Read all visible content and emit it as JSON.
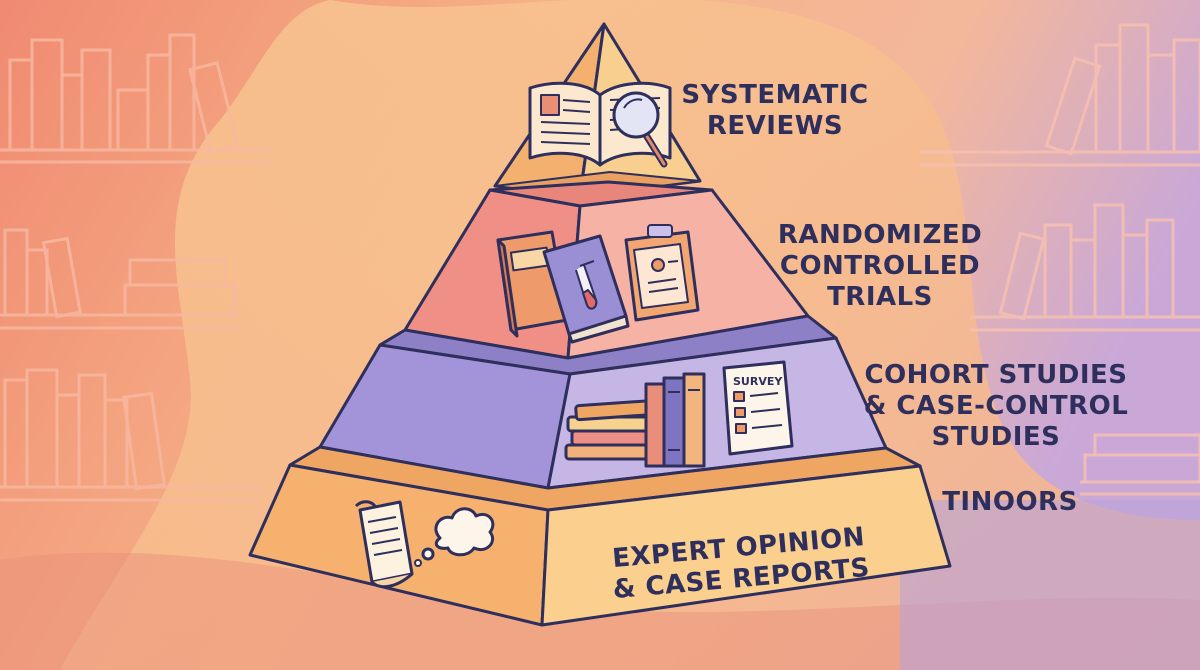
{
  "tiers": [
    {
      "id": "systematic-reviews",
      "label_lines": [
        "SYSTEMATIC",
        "REVIEWS"
      ]
    },
    {
      "id": "randomized-controlled-trials",
      "label_lines": [
        "RANDOMIZED",
        "CONTROLLED",
        "TRIALS"
      ]
    },
    {
      "id": "cohort-case-control",
      "label_lines": [
        "COHORT STUDIES",
        "& CASE-CONTROL",
        "STUDIES"
      ]
    },
    {
      "id": "expert-opinion",
      "label_lines": [
        "EXPERT OPINION",
        "& CASE REPORTS"
      ]
    }
  ],
  "extra_label": "TINOORS",
  "survey_label": "SURVEY",
  "colors": {
    "outline": "#2e2f5c",
    "tier1": "#f6c37b",
    "tier2": "#f19a8e",
    "tier3": "#a99ad6",
    "tier4": "#f9c17f"
  },
  "icons": [
    "open-book-icon",
    "magnifier-icon",
    "closed-book-icon",
    "test-tube-book-icon",
    "clipboard-icon",
    "book-stack-icon",
    "survey-icon",
    "scroll-icon",
    "thought-bubble-icon"
  ]
}
